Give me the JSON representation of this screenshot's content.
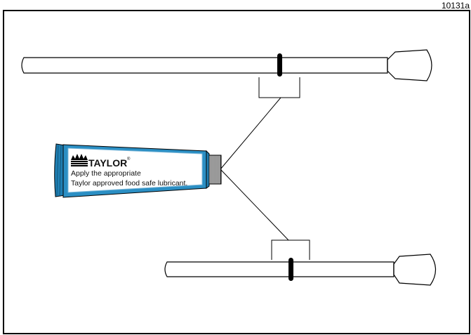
{
  "figure_id": "10131a",
  "tube": {
    "brand": "TAYLOR",
    "registered_mark": "®",
    "instruction_line1": "Apply the appropriate",
    "instruction_line2": "Taylor approved food safe lubricant."
  },
  "colors": {
    "frame": "#000000",
    "tube_blue": "#2b8fc4",
    "tube_label": "#ffffff",
    "parts": "#000000"
  }
}
